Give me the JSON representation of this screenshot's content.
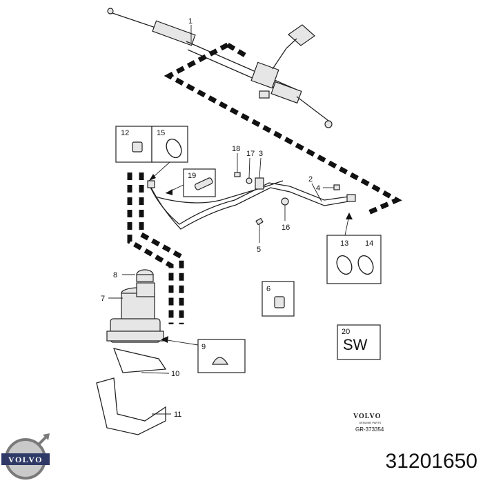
{
  "callouts": {
    "c1": "1",
    "c2": "2",
    "c3": "3",
    "c4": "4",
    "c5": "5",
    "c6": "6",
    "c7": "7",
    "c8": "8",
    "c9": "9",
    "c10": "10",
    "c11": "11",
    "c12": "12",
    "c13": "13",
    "c14": "14",
    "c15": "15",
    "c16": "16",
    "c17": "17",
    "c18": "18",
    "c19": "19",
    "c20": "20"
  },
  "sw_label": "SW",
  "brand_small": "VOLVO",
  "genuine_parts": "GENUINE PARTS",
  "drawing_ref": "GR-373354",
  "logo_text": "VOLVO",
  "part_number": "31201650"
}
